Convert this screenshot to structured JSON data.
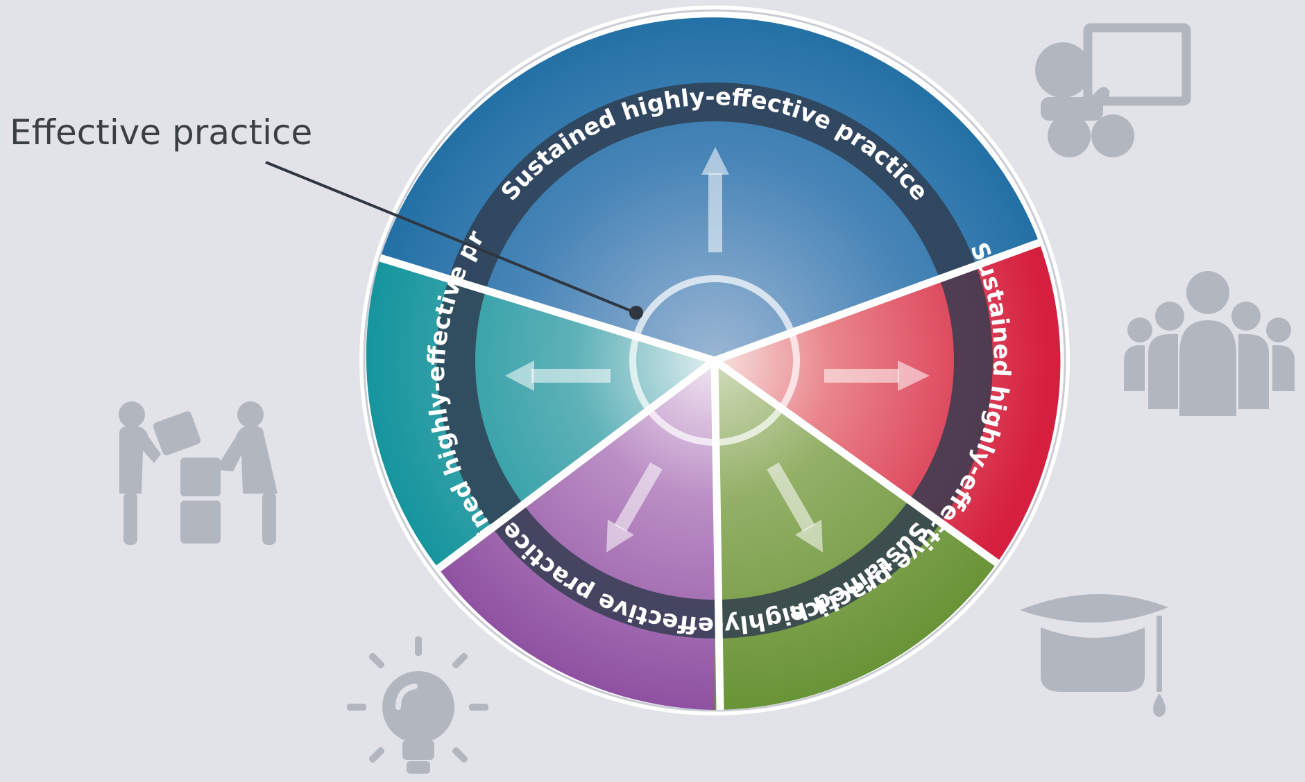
{
  "callout": {
    "label": "Effective practice"
  },
  "ring_labels": {
    "top": "Sustained highly-effective practice",
    "right": "Sustained highly-effective practice",
    "bottom": "Sustained highly-effective practice",
    "left": "Sustained highly-effective practice"
  },
  "segments": [
    {
      "name": "top",
      "color": "#2f74a6"
    },
    {
      "name": "right",
      "color": "#d6243f"
    },
    {
      "name": "bottom-right",
      "color": "#6e9a3b"
    },
    {
      "name": "bottom-left",
      "color": "#9659a6"
    },
    {
      "name": "left",
      "color": "#1d98a0"
    }
  ],
  "icons": [
    "presenter-icon",
    "group-of-people-icon",
    "graduation-cap-icon",
    "lightbulb-icon",
    "people-exchange-icon"
  ]
}
